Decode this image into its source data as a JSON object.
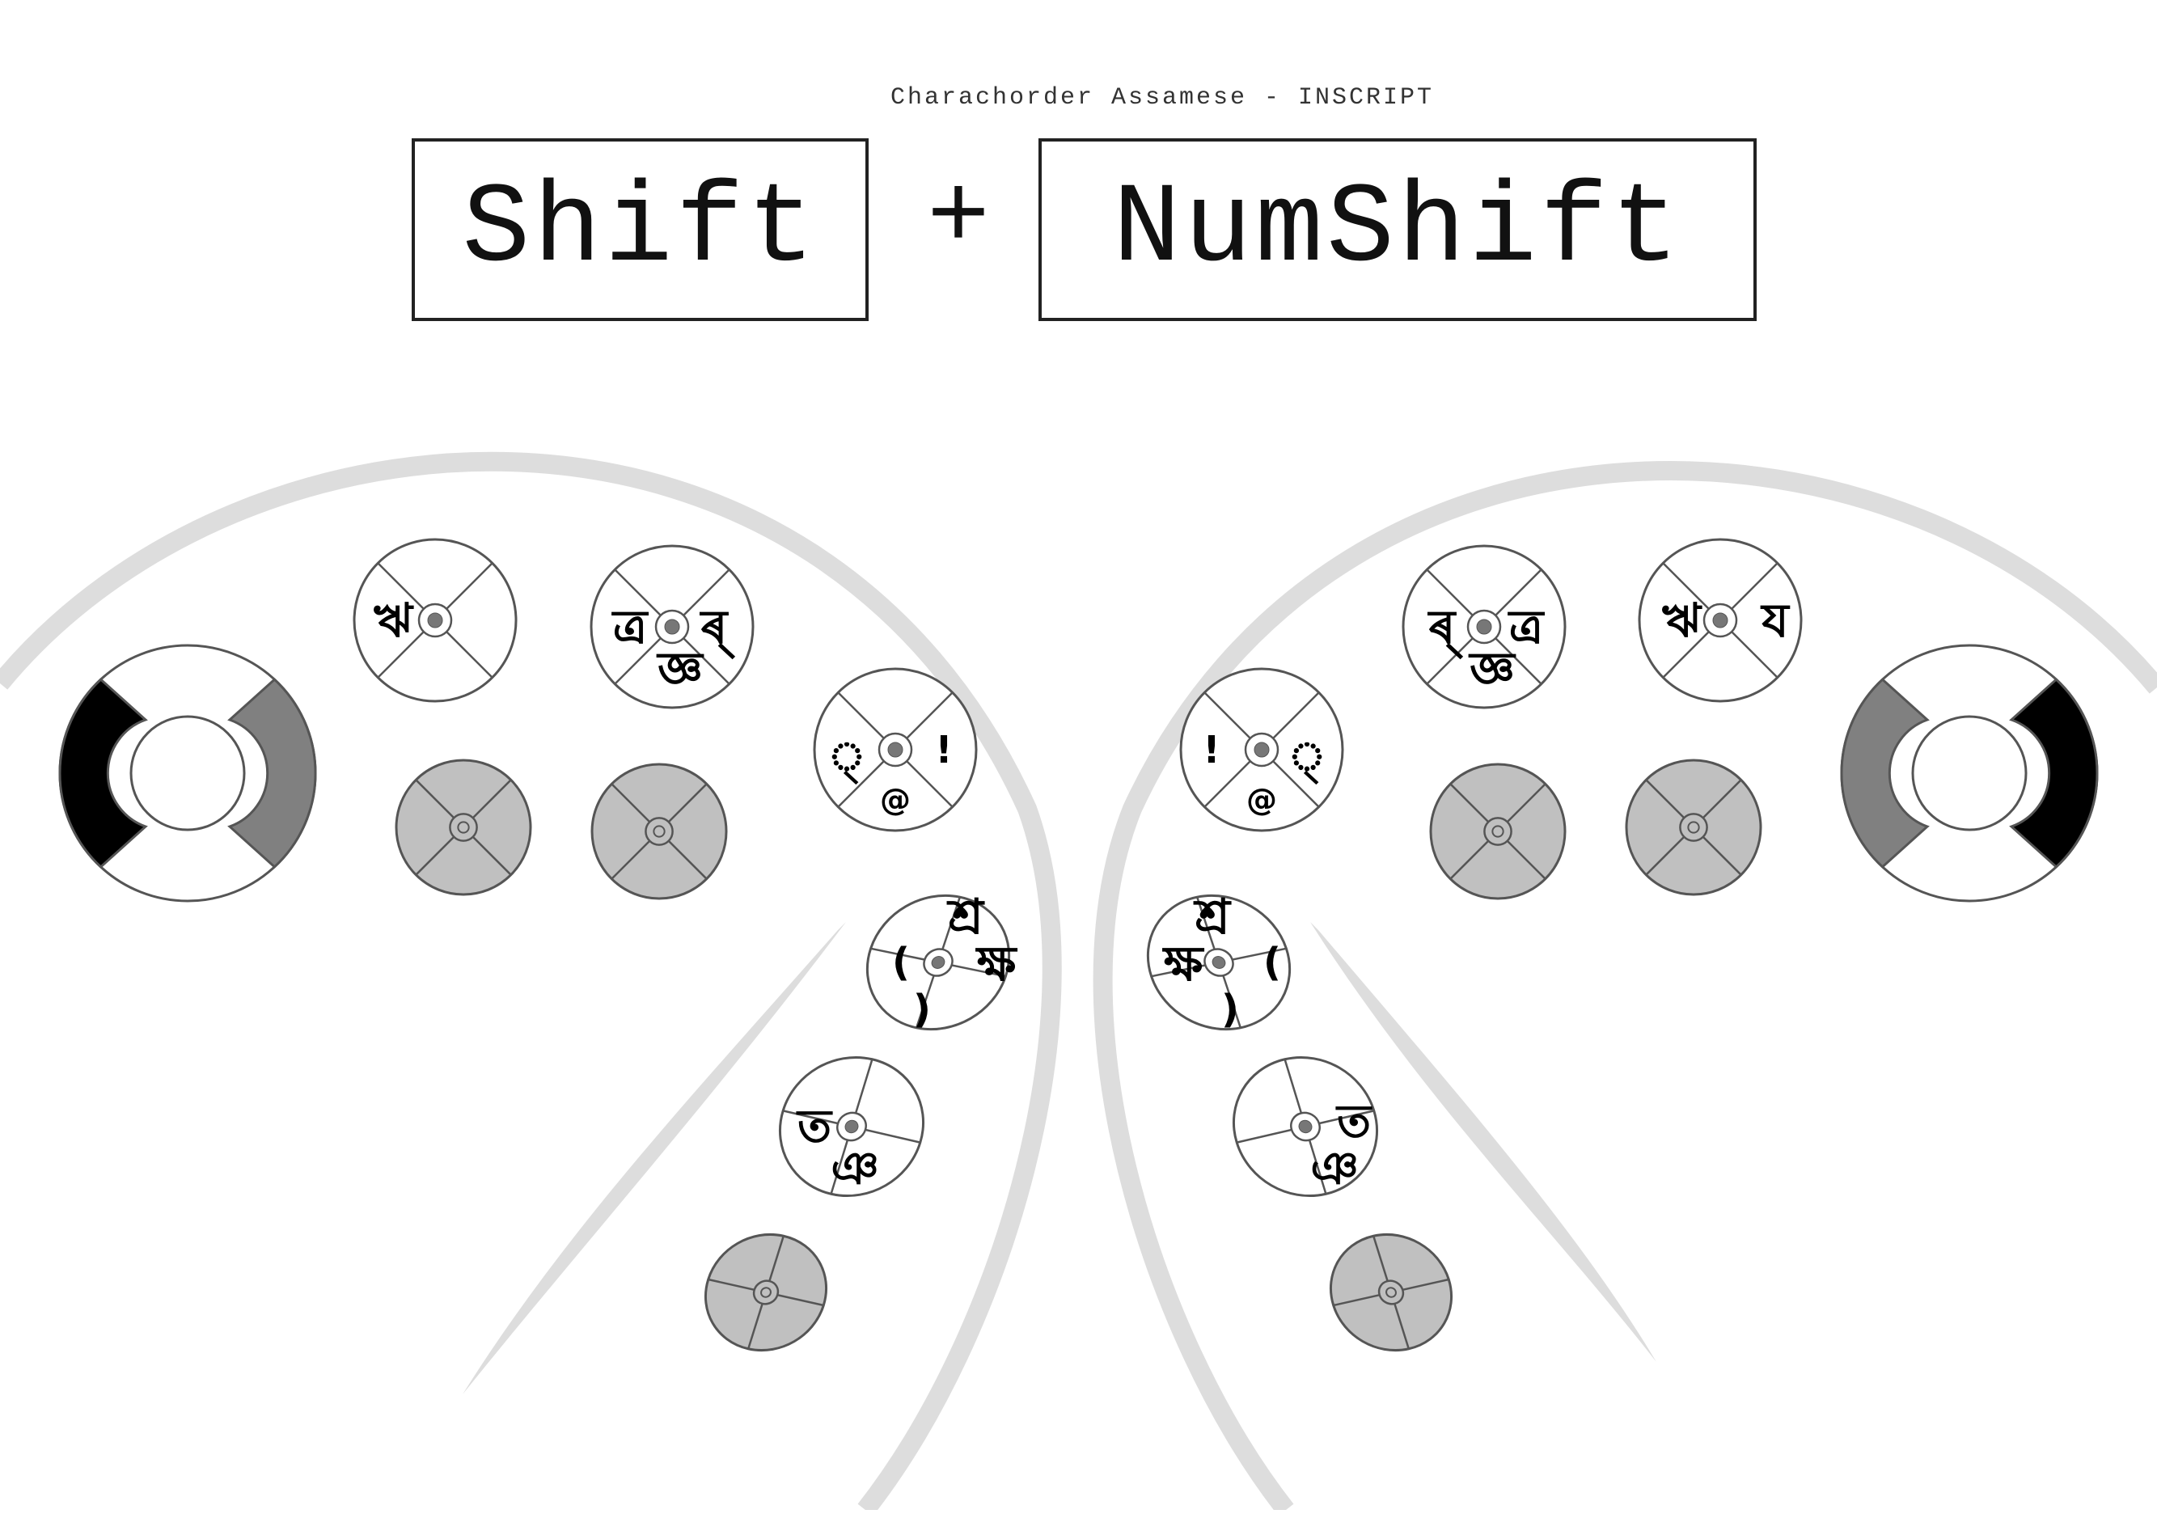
{
  "header": {
    "subtitle": "Charachorder Assamese - INSCRIPT",
    "left_key": "Shift",
    "plus": "+",
    "right_key": "NumShift"
  },
  "colors": {
    "background": "#ffffff",
    "guide_arc": "#dddddd",
    "inactive_key": "#c0c0c0",
    "outline": "#555555",
    "thumb_dark": "#000000",
    "thumb_mid": "#808080"
  },
  "keys": [
    {
      "id": "left-index-top",
      "labels": [
        {
          "text": "ঋ",
          "size": 58
        },
        {
          "text": "",
          "size": 0
        }
      ],
      "state": "active"
    },
    {
      "id": "left-middle-top",
      "labels": [
        {
          "text": "ত্র",
          "size": 58
        },
        {
          "text": "ৰ্",
          "size": 58
        },
        {
          "text": "জ্ঞ",
          "size": 58
        }
      ],
      "state": "active"
    },
    {
      "id": "left-index-bottom",
      "labels": [],
      "state": "inactive"
    },
    {
      "id": "left-middle-bottom",
      "labels": [],
      "state": "inactive"
    },
    {
      "id": "left-ring",
      "labels": [
        {
          "text": "্",
          "size": 50
        },
        {
          "text": "!",
          "size": 46
        },
        {
          "text": "@",
          "size": 38
        }
      ],
      "state": "active"
    },
    {
      "id": "left-pinky-1",
      "labels": [
        {
          "text": "শ্র",
          "size": 60
        },
        {
          "text": "ক্ষ",
          "size": 60
        },
        {
          "text": "(",
          "size": 48
        },
        {
          "text": ")",
          "size": 48
        }
      ],
      "state": "active"
    },
    {
      "id": "left-pinky-2",
      "labels": [
        {
          "text": "ত",
          "size": 56
        },
        {
          "text": "ঞ",
          "size": 56
        }
      ],
      "state": "active"
    },
    {
      "id": "left-pinky-3",
      "labels": [],
      "state": "inactive"
    },
    {
      "id": "right-middle-top",
      "labels": [
        {
          "text": "ৰ্",
          "size": 58
        },
        {
          "text": "ত্র",
          "size": 58
        },
        {
          "text": "জ্ঞ",
          "size": 58
        }
      ],
      "state": "active"
    },
    {
      "id": "right-index-top",
      "labels": [
        {
          "text": "ঋ",
          "size": 58
        },
        {
          "text": "য",
          "size": 58
        }
      ],
      "state": "active"
    },
    {
      "id": "right-middle-bottom",
      "labels": [],
      "state": "inactive"
    },
    {
      "id": "right-index-bottom",
      "labels": [],
      "state": "inactive"
    },
    {
      "id": "right-ring",
      "labels": [
        {
          "text": "!",
          "size": 46
        },
        {
          "text": "্",
          "size": 50
        },
        {
          "text": "@",
          "size": 38
        }
      ],
      "state": "active"
    },
    {
      "id": "right-pinky-1",
      "labels": [
        {
          "text": "শ্র",
          "size": 60
        },
        {
          "text": "ক্ষ",
          "size": 60
        },
        {
          "text": "(",
          "size": 48
        },
        {
          "text": ")",
          "size": 48
        }
      ],
      "state": "active"
    },
    {
      "id": "right-pinky-2",
      "labels": [
        {
          "text": "ত",
          "size": 56
        },
        {
          "text": "ঞ",
          "size": 56
        }
      ],
      "state": "active"
    },
    {
      "id": "right-pinky-3",
      "labels": [],
      "state": "inactive"
    }
  ]
}
